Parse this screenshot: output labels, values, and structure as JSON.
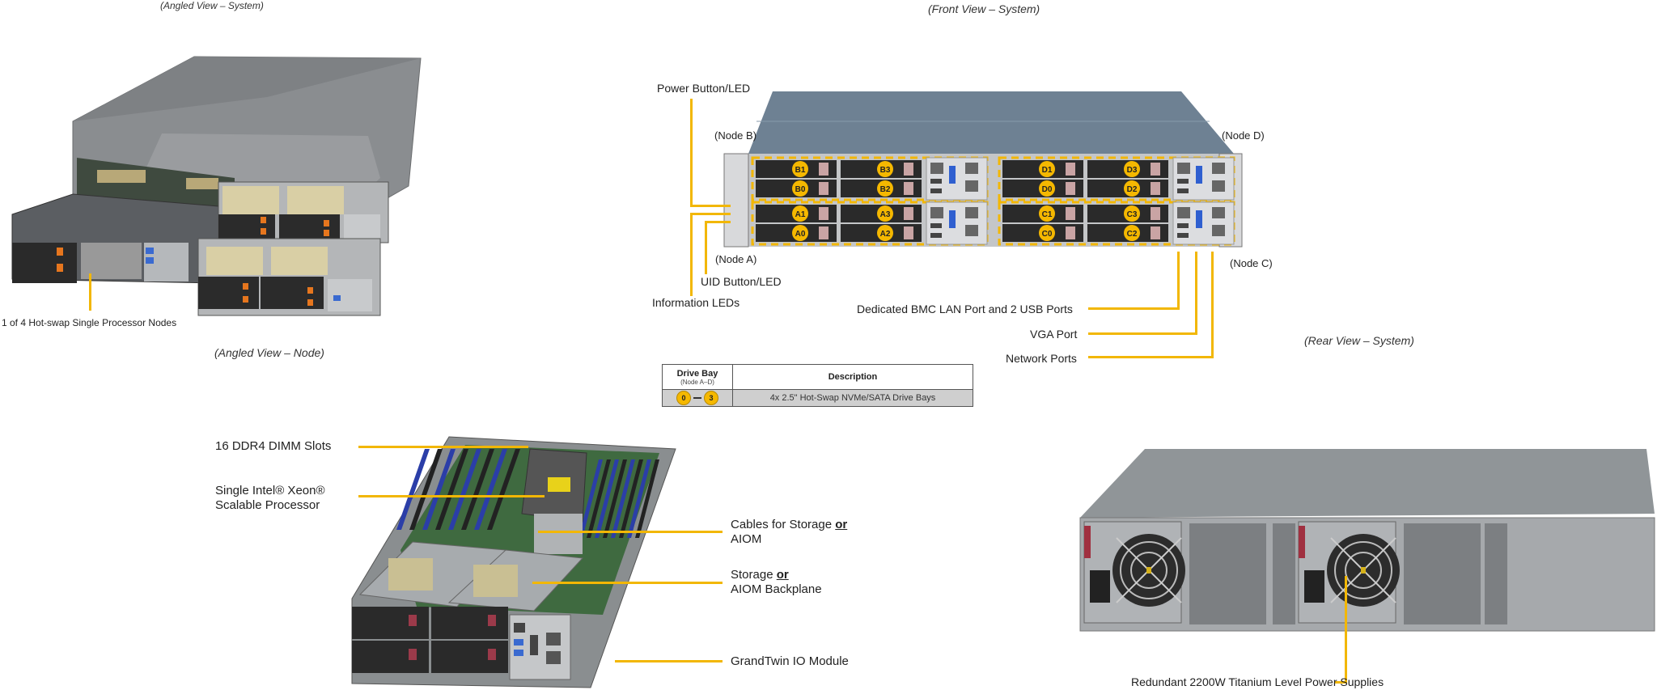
{
  "captions": {
    "angled_system": "(Angled View – System)",
    "angled_node": "(Angled View – Node)",
    "front_system": "(Front View – System)",
    "rear_system": "(Rear View – System)"
  },
  "angled_system": {
    "callout": "1 of 4 Hot-swap Single Processor Nodes"
  },
  "front_view": {
    "node_labels": {
      "node_a": "(Node A)",
      "node_b": "(Node B)",
      "node_c": "(Node C)",
      "node_d": "(Node D)"
    },
    "left_callouts": {
      "power": "Power Button/LED",
      "uid": "UID Button/LED",
      "info": "Information  LEDs"
    },
    "right_callouts": {
      "bmc": "Dedicated BMC LAN Port and 2 USB Ports",
      "vga": "VGA Port",
      "network": "Network Ports"
    },
    "bays": {
      "node_b": [
        "B1",
        "B3",
        "B0",
        "B2"
      ],
      "node_a": [
        "A1",
        "A3",
        "A0",
        "A2"
      ],
      "node_d": [
        "D1",
        "D3",
        "D0",
        "D2"
      ],
      "node_c": [
        "C1",
        "C3",
        "C0",
        "C2"
      ]
    }
  },
  "drive_table": {
    "header_bay": "Drive Bay",
    "header_bay_sub": "(Node A–D)",
    "header_desc": "Description",
    "row_from": "0",
    "row_to": "3",
    "row_desc": "4x 2.5\" Hot-Swap  NVMe/SATA Drive  Bays"
  },
  "node_view": {
    "callouts": {
      "dimm": "16 DDR4 DIMM  Slots",
      "cpu_line1": "Single Intel® Xeon®",
      "cpu_line2": "Scalable Processor",
      "cables_pre": "Cables for Storage ",
      "cables_or": "or",
      "cables_line2": "AIOM",
      "storage_pre": "Storage ",
      "storage_or": "or",
      "storage_line2": "AIOM  Backplane",
      "io": "GrandTwin  IO  Module"
    }
  },
  "rear_view": {
    "callout": "Redundant  2200W Titanium  Level  Power Supplies"
  },
  "colors": {
    "leader": "#f2b705",
    "chassis_top": "#6d7f90",
    "bay_badge": "#f5b800"
  }
}
